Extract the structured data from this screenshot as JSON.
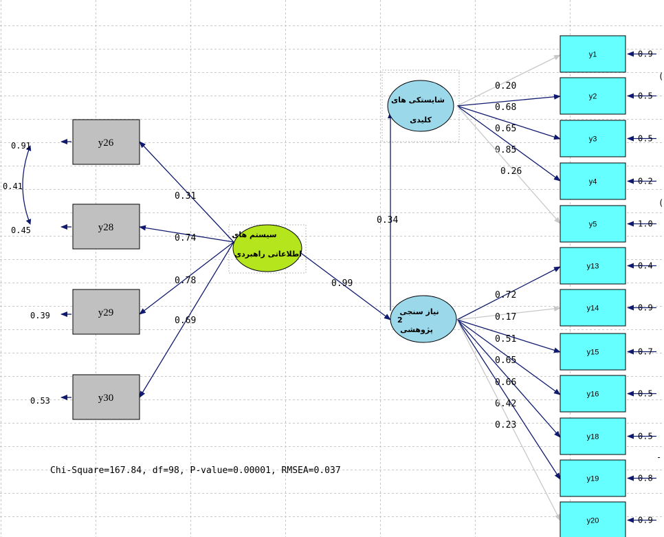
{
  "fit_stats": "Chi-Square=167.84, df=98, P-value=0.00001, RMSEA=0.037",
  "colors": {
    "indicator_fill": "#c0c0c0",
    "observed_fill": "#66ffff",
    "exogenous_fill": "#b5e61d",
    "endogenous_fill": "#9ad8ea",
    "path": "#0f1a6e",
    "faded_path": "#c8c8c8"
  },
  "latents": {
    "exo": {
      "line1": "سیستم های",
      "line2": "اطلاعاتی راهبردی"
    },
    "endo1": {
      "line1": "شایستکی های",
      "line2": "کلیدی"
    },
    "endo2": {
      "line1": "نیاز سنجی",
      "line2": "2",
      "line3": "پژوهشی"
    }
  },
  "left_indicators": [
    {
      "label": "y26",
      "loading": "0.31",
      "error": "0.91"
    },
    {
      "label": "y28",
      "loading": "0.74",
      "error": "0.45"
    },
    {
      "label": "y29",
      "loading": "0.78",
      "error": "0.39"
    },
    {
      "label": "y30",
      "loading": "0.69",
      "error": "0.53"
    }
  ],
  "left_covariance": "0.41",
  "structural": {
    "exo_to_endo2": "0.99",
    "endo2_to_endo1": "0.34"
  },
  "endo1_indicators": [
    {
      "label": "y1",
      "loading": "0.20",
      "error": "0.9"
    },
    {
      "label": "y2",
      "loading": "0.68",
      "error": "0.5"
    },
    {
      "label": "y3",
      "loading": "0.65",
      "error": "0.5"
    },
    {
      "label": "y4",
      "loading": "0.85",
      "error": "0.2"
    },
    {
      "label": "y5",
      "loading": "0.26",
      "error": "1.0"
    }
  ],
  "endo2_indicators": [
    {
      "label": "y13",
      "loading": "0.72",
      "error": "0.4"
    },
    {
      "label": "y14",
      "loading": "0.17",
      "error": "0.9"
    },
    {
      "label": "y15",
      "loading": "0.51",
      "error": "0.7"
    },
    {
      "label": "y16",
      "loading": "0.65",
      "error": "0.5"
    },
    {
      "label": "y18",
      "loading": "0.66",
      "error": "0.5"
    },
    {
      "label": "y19",
      "loading": "0.42",
      "error": "0.8"
    },
    {
      "label": "y20",
      "loading": "0.23",
      "error": "0.9"
    }
  ],
  "edge_fragments": [
    "(",
    "(",
    "-"
  ]
}
